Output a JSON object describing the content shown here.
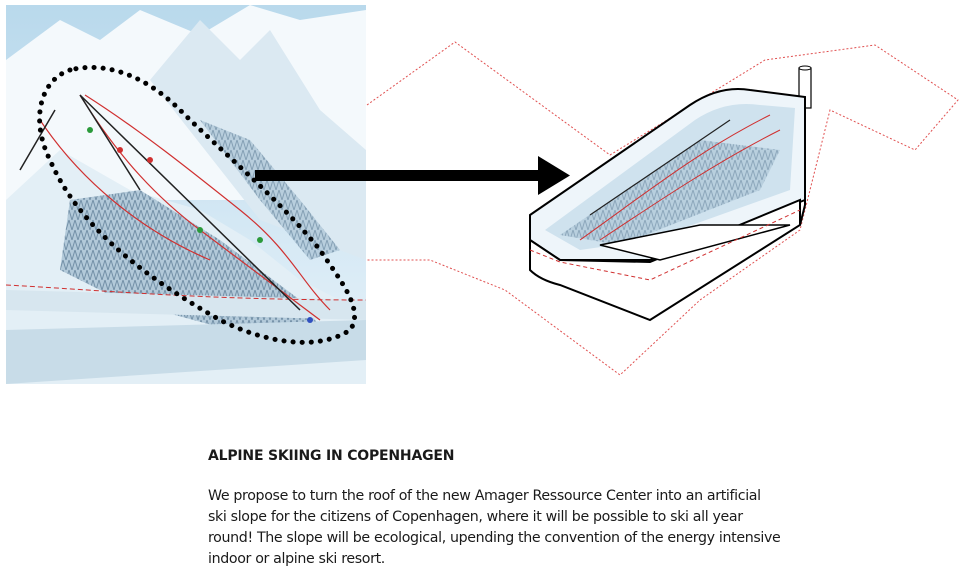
{
  "heading": "ALPINE SKIING IN COPENHAGEN",
  "body_lines": [
    "We propose to turn the roof of the new Amager Ressource Center into an artificial",
    "ski slope for the citizens of Copenhagen, where it will be possible to ski all year",
    "round! The slope will be ecological, upending the convention of the energy intensive",
    "indoor or alpine ski resort."
  ],
  "colors": {
    "sky": "#cfe6f2",
    "snow": "#eef6fb",
    "forest": "#7e9fb8",
    "piste_red": "#d03030",
    "outline": "#000000",
    "site_outline": "#e05050"
  }
}
